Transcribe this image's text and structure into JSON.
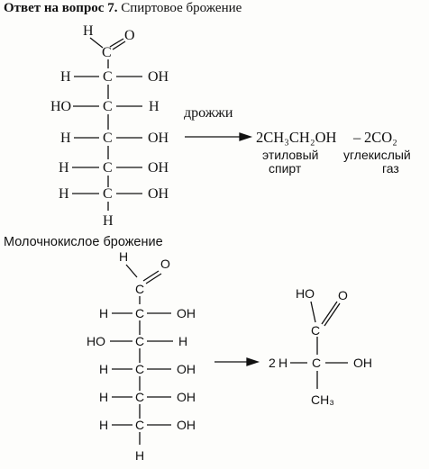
{
  "title": {
    "bold": "Ответ на вопрос 7.",
    "rest": " Спиртовое брожение"
  },
  "atoms": {
    "H": "H",
    "C": "C",
    "O": "O",
    "OH": "OH",
    "HO": "HO"
  },
  "fermentation1": {
    "reagent": "дрожжи",
    "product1_formula": "2CH₃CH₂OH",
    "separator": "–",
    "product2_formula": "2CO₂",
    "product1_name_line1": "этиловый",
    "product1_name_line2": "спирт",
    "product2_name_line1": "углекислый",
    "product2_name_line2": "газ"
  },
  "section2_title": "Молочнокислое брожение",
  "fermentation2": {
    "coefficient": "2",
    "product_carboxyl": "HO",
    "product_methyl": "CH₃"
  }
}
